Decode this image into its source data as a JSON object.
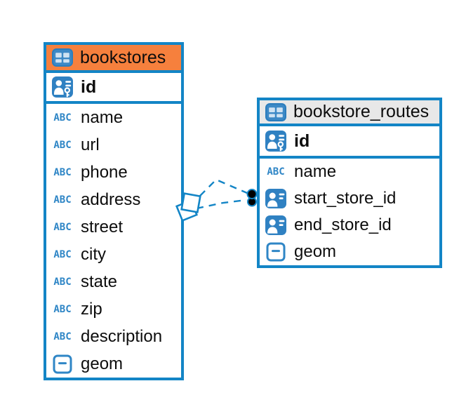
{
  "app": {
    "view": "entity-relationship-diagram",
    "background": "#ffffff"
  },
  "colors": {
    "accent_blue": "#1385c6",
    "icon_blue": "#2f81c2",
    "icon_light_blue": "#cfe2f2",
    "selected_header_orange": "#f6803d",
    "header_gray": "#e8e8e8",
    "text": "#0d0d0d",
    "relation_endpoint_black": "#000000"
  },
  "icons": {
    "text_glyph": "ABC"
  },
  "diagram": {
    "tables": [
      {
        "name": "bookstores",
        "selected": true,
        "columns": [
          {
            "name": "id",
            "icon": "primary-key",
            "primary": true
          },
          {
            "name": "name",
            "icon": "text"
          },
          {
            "name": "url",
            "icon": "text"
          },
          {
            "name": "phone",
            "icon": "text"
          },
          {
            "name": "address",
            "icon": "text"
          },
          {
            "name": "street",
            "icon": "text"
          },
          {
            "name": "city",
            "icon": "text"
          },
          {
            "name": "state",
            "icon": "text"
          },
          {
            "name": "zip",
            "icon": "text"
          },
          {
            "name": "description",
            "icon": "text"
          },
          {
            "name": "geom",
            "icon": "geometry"
          }
        ]
      },
      {
        "name": "bookstore_routes",
        "selected": false,
        "columns": [
          {
            "name": "id",
            "icon": "primary-key",
            "primary": true
          },
          {
            "name": "name",
            "icon": "text"
          },
          {
            "name": "start_store_id",
            "icon": "foreign-key"
          },
          {
            "name": "end_store_id",
            "icon": "foreign-key"
          },
          {
            "name": "geom",
            "icon": "geometry"
          }
        ]
      }
    ],
    "relations": [
      {
        "from": "bookstores",
        "to": "bookstore_routes",
        "line_style": "dashed",
        "source_marker": "diamond",
        "target_marker": "dot"
      },
      {
        "from": "bookstores",
        "to": "bookstore_routes",
        "line_style": "dashed",
        "source_marker": "diamond",
        "target_marker": "dot"
      }
    ]
  }
}
